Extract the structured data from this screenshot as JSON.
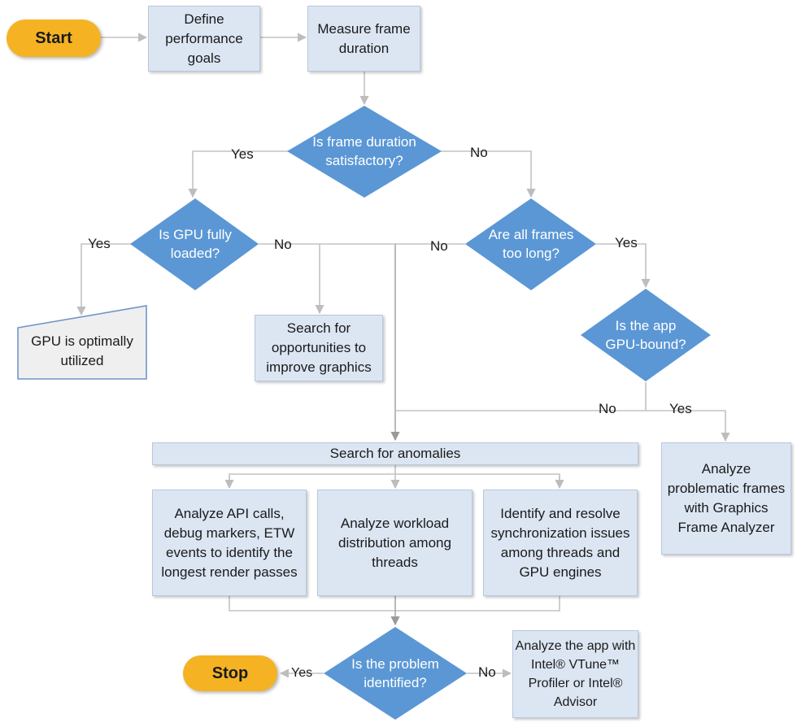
{
  "start": "Start",
  "stop": "Stop",
  "define_goals": "Define performance goals",
  "measure_frame": "Measure frame duration",
  "q_frame_satisfactory": "Is frame duration satisfactory?",
  "q_gpu_loaded": "Is GPU fully loaded?",
  "q_all_frames_long": "Are all frames too long?",
  "q_gpu_bound": "Is the app GPU-bound?",
  "q_problem_identified": "Is the problem identified?",
  "gpu_optimal": "GPU is optimally utilized",
  "search_opportunities": "Search for opportunities to improve graphics",
  "search_anomalies": "Search for anomalies",
  "analyze_problematic": "Analyze problematic frames with Graphics Frame Analyzer",
  "analyze_api": "Analyze API calls, debug markers, ETW events to identify the longest render passes",
  "analyze_workload": "Analyze workload distribution among threads",
  "identify_sync": "Identify and resolve synchronization issues among threads and GPU engines",
  "analyze_vtune": "Analyze the app with Intel® VTune™ Profiler or Intel® Advisor",
  "labels": {
    "yes_frame": "Yes",
    "no_frame": "No",
    "yes_gpu_loaded": "Yes",
    "no_gpu_loaded": "No",
    "no_all_frames": "No",
    "yes_all_frames": "Yes",
    "no_gpu_bound": "No",
    "yes_gpu_bound": "Yes",
    "yes_problem": "Yes",
    "no_problem": "No"
  }
}
